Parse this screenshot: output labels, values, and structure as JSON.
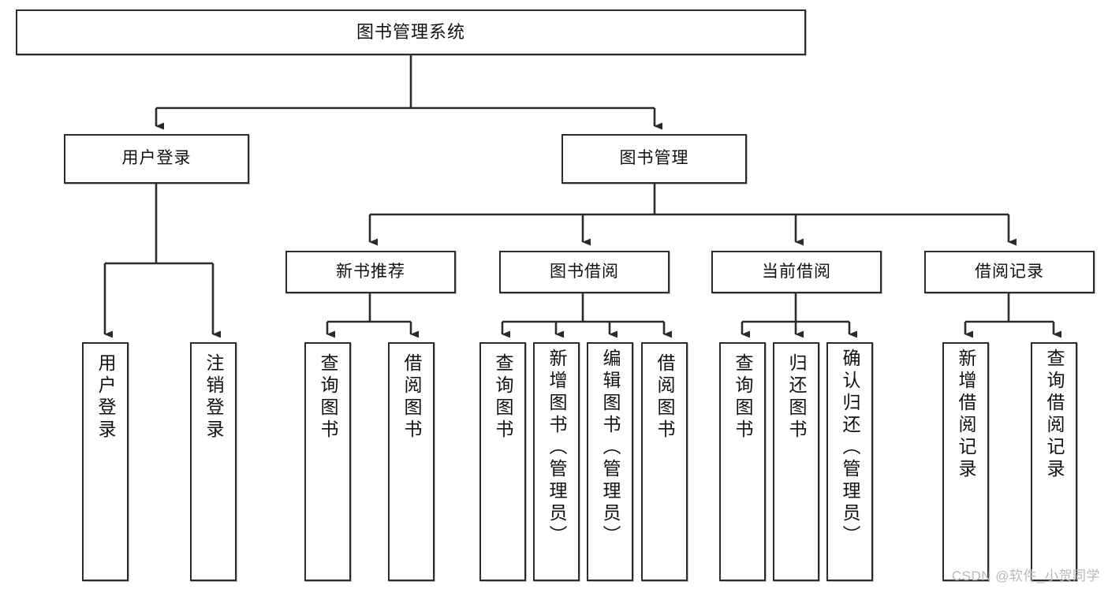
{
  "diagram": {
    "title": "图书管理系统",
    "type": "tree",
    "watermark": "CSDN @软件_小贺同学",
    "line_color": "#2b2b2b",
    "box_fill": "#ffffff",
    "text_color": "#111111"
  },
  "nodes": {
    "root": {
      "label": "图书管理系统"
    },
    "level1": [
      {
        "label": "用户登录"
      },
      {
        "label": "图书管理"
      }
    ],
    "level2": [
      {
        "label": "新书推荐"
      },
      {
        "label": "图书借阅"
      },
      {
        "label": "当前借阅"
      },
      {
        "label": "借阅记录"
      }
    ],
    "leaves": {
      "user_login": [
        {
          "label": "用户登录"
        },
        {
          "label": "注销登录"
        }
      ],
      "new_book": [
        {
          "label": "查询图书"
        },
        {
          "label": "借阅图书"
        }
      ],
      "book_borrow": [
        {
          "label": "查询图书"
        },
        {
          "label": "新增图书（管理员）"
        },
        {
          "label": "编辑图书（管理员）"
        },
        {
          "label": "借阅图书"
        }
      ],
      "current_borrow": [
        {
          "label": "查询图书"
        },
        {
          "label": "归还图书"
        },
        {
          "label": "确认归还（管理员）"
        }
      ],
      "borrow_record": [
        {
          "label": "新增借阅记录"
        },
        {
          "label": "查询借阅记录"
        }
      ]
    }
  }
}
